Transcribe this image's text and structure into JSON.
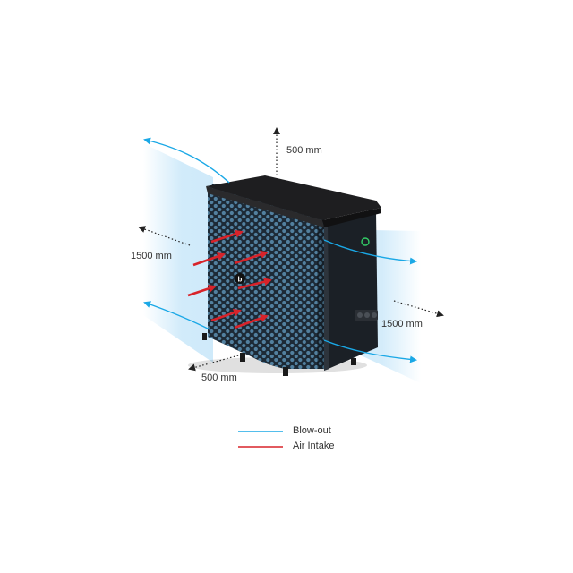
{
  "dimensions": {
    "top_clearance": "500 mm",
    "left_side_clearance": "1500 mm",
    "right_side_clearance": "1500 mm",
    "front_clearance": "500 mm"
  },
  "legend": {
    "blow_out": {
      "label": "Blow-out",
      "color": "#1aa8e6"
    },
    "air_intake": {
      "label": "Air Intake",
      "color": "#d8232a"
    }
  },
  "colors": {
    "unit_lid": "#1e1e20",
    "unit_mesh": "#4d7696",
    "unit_side": "#1b2026",
    "airflow_shade": "#cfeafa",
    "led_ring": "#33cc66"
  },
  "icons": {
    "brand_badge": "logo-badge-icon",
    "power_led": "status-led-icon"
  }
}
